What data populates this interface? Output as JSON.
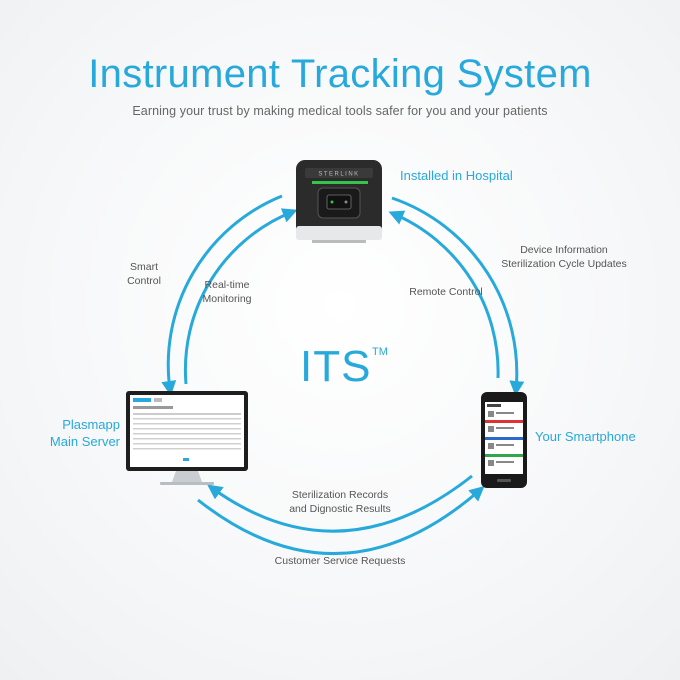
{
  "header": {
    "title": "Instrument Tracking System",
    "subtitle": "Earning your trust by making medical tools safer for you and your patients"
  },
  "center": {
    "logo": "ITS",
    "trademark": "TM"
  },
  "nodes": {
    "hospital": {
      "label": "Installed in Hospital",
      "device_brand": "STERLINK"
    },
    "smartphone": {
      "label": "Your Smartphone"
    },
    "server": {
      "label_line1": "Plasmapp",
      "label_line2": "Main Server"
    }
  },
  "flows": {
    "smart_control": {
      "line1": "Smart",
      "line2": "Control"
    },
    "realtime_monitoring": {
      "line1": "Real-time",
      "line2": "Monitoring"
    },
    "device_info": {
      "line1": "Device Information",
      "line2": "Sterilization Cycle Updates"
    },
    "remote_control": {
      "line1": "Remote Control"
    },
    "sterilization_records": {
      "line1": "Sterilization Records",
      "line2": "and Dignostic Results"
    },
    "customer_service": {
      "line1": "Customer Service Requests"
    }
  },
  "colors": {
    "accent": "#27a9dc",
    "text_gray": "#555555",
    "device_dark": "#2b2b2b"
  },
  "icons": [
    "sterilizer-device-icon",
    "smartphone-icon",
    "monitor-icon"
  ]
}
